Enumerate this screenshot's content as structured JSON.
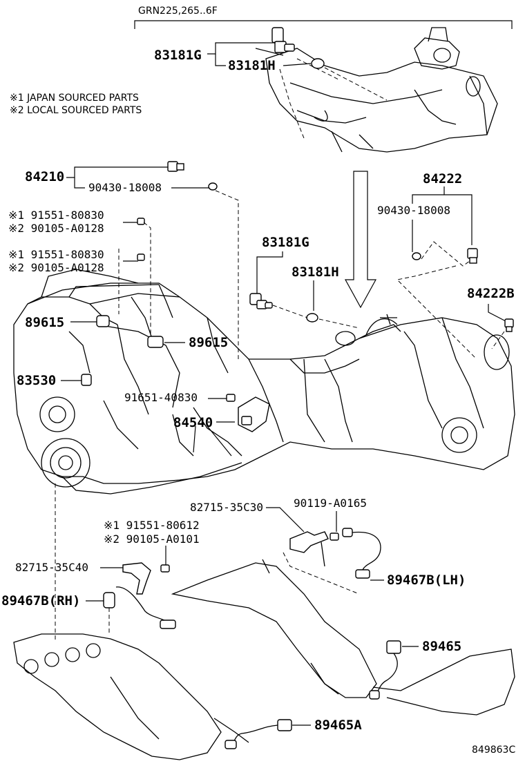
{
  "model_header": "GRN225,265..6F",
  "notes": [
    "※1 JAPAN SOURCED PARTS",
    "※2 LOCAL SOURCED PARTS"
  ],
  "callouts": {
    "p83181G_top": "83181G",
    "p83181H_top": "83181H",
    "p84210": "84210",
    "p90430_left": "90430-18008",
    "p84222": "84222",
    "p90430_right": "90430-18008",
    "p91551_80830_a": "※1 91551-80830",
    "p90105_A0128_a": "※2 90105-A0128",
    "p91551_80830_b": "※1 91551-80830",
    "p90105_A0128_b": "※2 90105-A0128",
    "p83181G_mid": "83181G",
    "p83181H_mid": "83181H",
    "p84222B": "84222B",
    "p89615_left": "89615",
    "p89615_right": "89615",
    "p83530": "83530",
    "p91651_40830": "91651-40830",
    "p84540": "84540",
    "p82715_35C30": "82715-35C30",
    "p90119_A0165": "90119-A0165",
    "p91551_80612": "※1 91551-80612",
    "p90105_A0101": "※2 90105-A0101",
    "p82715_35C40": "82715-35C40",
    "p89467B_LH": "89467B(LH)",
    "p89467B_RH": "89467B(RH)",
    "p89465": "89465",
    "p89465A": "89465A"
  },
  "figure_id": "849863C"
}
